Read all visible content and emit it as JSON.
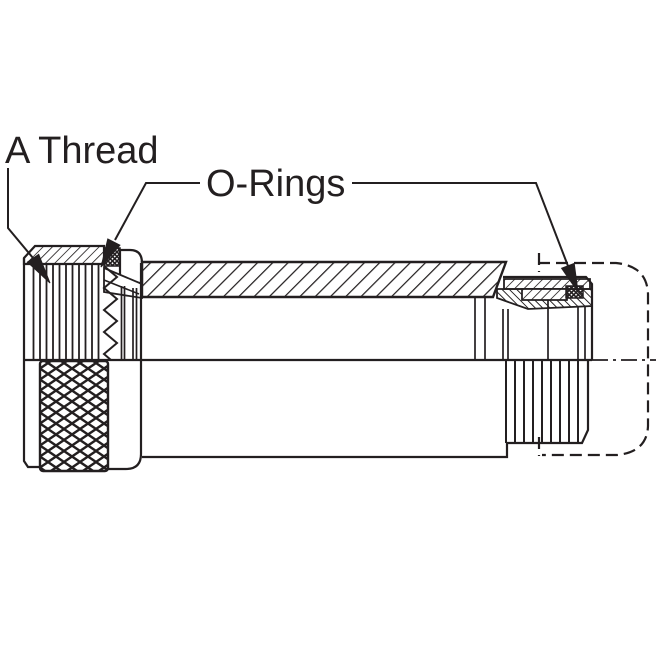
{
  "diagram": {
    "type": "technical-line-drawing",
    "subject": "coaxial connector half-section view",
    "labels": {
      "a_thread": "A Thread",
      "o_rings": "O-Rings"
    },
    "colors": {
      "line": "#231f20",
      "background": "#ffffff"
    }
  }
}
